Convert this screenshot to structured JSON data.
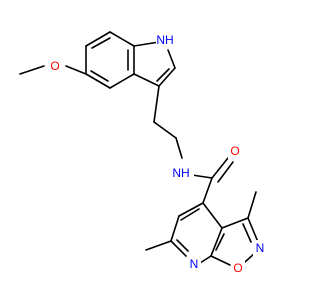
{
  "molecule": {
    "atoms": {
      "nh_indole": {
        "label": "N",
        "suffix": "H",
        "color": "#0000ff"
      },
      "o_methoxy": {
        "label": "O",
        "color": "#ff0000"
      },
      "n_amide": {
        "label": "N",
        "suffix": "H",
        "color": "#0000ff"
      },
      "o_carbonyl": {
        "label": "O",
        "color": "#ff0000"
      },
      "n_isox": {
        "label": "N",
        "color": "#0000ff"
      },
      "o_isox": {
        "label": "O",
        "color": "#ff0000"
      },
      "n_pyridine": {
        "label": "N",
        "color": "#0000ff"
      }
    },
    "colors": {
      "bond": "#000000",
      "nitrogen": "#0000ff",
      "oxygen": "#ff0000"
    }
  }
}
